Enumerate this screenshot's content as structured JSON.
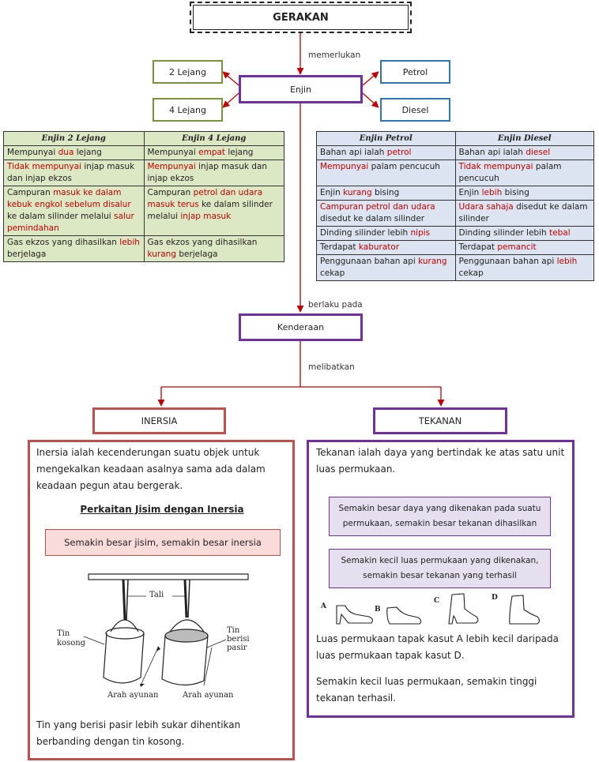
{
  "title": "GERAKAN",
  "labels": {
    "memerlukan": "memerlukan",
    "berlaku_pada": "berlaku pada",
    "melibatkan": "melibatkan"
  },
  "nodes": {
    "enjin": "Enjin",
    "dua_lejang": "2 Lejang",
    "empat_lejang": "4 Lejang",
    "petrol": "Petrol",
    "diesel": "Diesel",
    "kenderaan": "Kenderaan",
    "inersia": "INERSIA",
    "tekanan": "TEKANAN"
  },
  "table_lejang": {
    "headers": [
      "Enjin 2 Lejang",
      "Enjin 4 Lejang"
    ],
    "rows": [
      [
        [
          [
            "Mempunyai ",
            false
          ],
          [
            "dua",
            true
          ],
          [
            " lejang",
            false
          ]
        ],
        [
          [
            "Mempunyai ",
            false
          ],
          [
            "empat",
            true
          ],
          [
            " lejang",
            false
          ]
        ]
      ],
      [
        [
          [
            "Tidak mempunyai",
            true
          ],
          [
            " injap masuk dan injap ekzos",
            false
          ]
        ],
        [
          [
            "Mempunyai",
            true
          ],
          [
            " injap masuk dan injap ekzos",
            false
          ]
        ]
      ],
      [
        [
          [
            "Campuran ",
            false
          ],
          [
            "masuk ke dalam kebuk engkol sebelum disalur",
            true
          ],
          [
            " ke dalam silinder melalui ",
            false
          ],
          [
            "salur pemindahan",
            true
          ]
        ],
        [
          [
            "Campuran ",
            false
          ],
          [
            "petrol dan udara masuk terus",
            true
          ],
          [
            " ke dalam silinder melalui ",
            false
          ],
          [
            "injap masuk",
            true
          ]
        ]
      ],
      [
        [
          [
            "Gas ekzos yang dihasilkan ",
            false
          ],
          [
            "lebih",
            true
          ],
          [
            " berjelaga",
            false
          ]
        ],
        [
          [
            "Gas ekzos yang dihasilkan ",
            false
          ],
          [
            "kurang",
            true
          ],
          [
            " berjelaga",
            false
          ]
        ]
      ]
    ]
  },
  "table_bahan_api": {
    "headers": [
      "Enjin Petrol",
      "Enjin Diesel"
    ],
    "rows": [
      [
        [
          [
            "Bahan api ialah ",
            false
          ],
          [
            "petrol",
            true
          ]
        ],
        [
          [
            "Bahan api ialah ",
            false
          ],
          [
            "diesel",
            true
          ]
        ]
      ],
      [
        [
          [
            "Mempunyai",
            true
          ],
          [
            " palam pencucuh",
            false
          ]
        ],
        [
          [
            "Tidak mempunyai",
            true
          ],
          [
            " palam pencucuh",
            false
          ]
        ]
      ],
      [
        [
          [
            "Enjin ",
            false
          ],
          [
            "kurang",
            true
          ],
          [
            " bising",
            false
          ]
        ],
        [
          [
            "Enjin ",
            false
          ],
          [
            "lebih",
            true
          ],
          [
            " bising",
            false
          ]
        ]
      ],
      [
        [
          [
            "Campuran petrol dan udara",
            true
          ],
          [
            " disedut ke dalam silinder",
            false
          ]
        ],
        [
          [
            "Udara sahaja",
            true
          ],
          [
            " disedut ke dalam silinder",
            false
          ]
        ]
      ],
      [
        [
          [
            "Dinding silinder lebih ",
            false
          ],
          [
            "nipis",
            true
          ]
        ],
        [
          [
            "Dinding silinder lebih ",
            false
          ],
          [
            "tebal",
            true
          ]
        ]
      ],
      [
        [
          [
            "Terdapat ",
            false
          ],
          [
            "kaburator",
            true
          ]
        ],
        [
          [
            "Terdapat ",
            false
          ],
          [
            "pemancit",
            true
          ]
        ]
      ],
      [
        [
          [
            "Penggunaan bahan api ",
            false
          ],
          [
            "kurang",
            true
          ],
          [
            " cekap",
            false
          ]
        ],
        [
          [
            "Penggunaan bahan api ",
            false
          ],
          [
            "lebih",
            true
          ],
          [
            " cekap",
            false
          ]
        ]
      ]
    ]
  },
  "inersia_panel": {
    "definition": "Inersia ialah kecenderungan suatu objek untuk mengekalkan keadaan asalnya sama ada dalam keadaan pegun atau bergerak.",
    "subheading": "Perkaitan Jisim dengan Inersia",
    "relation": "Semakin besar jisim, semakin besar inersia",
    "figure": {
      "tali": "Tali",
      "tin_kosong": "Tin\nkosong",
      "tin_pasir": "Tin\nberisi\npasir",
      "arah_ayunan": "Arah ayunan"
    },
    "conclusion": "Tin yang berisi pasir lebih sukar dihentikan berbanding dengan tin kosong."
  },
  "tekanan_panel": {
    "definition": "Tekanan ialah daya yang bertindak ke atas satu unit luas permukaan.",
    "relation1": "Semakin besar daya yang dikenakan pada suatu permukaan, semakin besar tekanan dihasilkan",
    "relation2": "Semakin kecil luas permukaan yang dikenakan, semakin besar tekanan yang terhasil",
    "shoe_labels": [
      "A",
      "B",
      "C",
      "D"
    ],
    "note1": "Luas permukaan tapak kasut A lebih kecil daripada luas permukaan tapak kasut D.",
    "note2": "Semakin kecil luas permukaan, semakin tinggi tekanan terhasil."
  },
  "colors": {
    "arrow": "#c00000",
    "green_box": "#77933c",
    "blue_box": "#2e75b6",
    "purple": "#7030a0",
    "red_panel": "#c0504d",
    "green_table": "#dce8c4",
    "blue_table": "#dbe4f0"
  }
}
